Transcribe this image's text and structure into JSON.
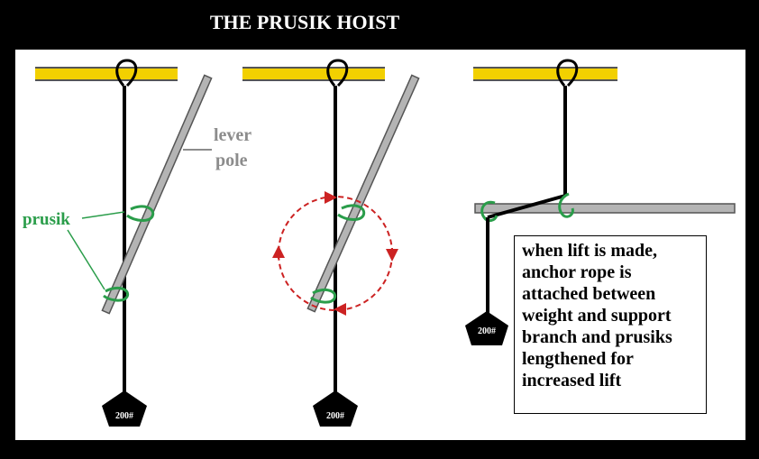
{
  "title": "THE PRUSIK HOIST",
  "labels": {
    "lever_pole_line1": "lever",
    "lever_pole_line2": "pole",
    "prusik": "prusik"
  },
  "weights": [
    "200#",
    "200#",
    "200#"
  ],
  "note_lines": [
    "when lift is made,",
    "anchor rope is",
    "attached between",
    "weight and support",
    "branch and prusiks",
    "lengthened for",
    "increased lift"
  ],
  "colors": {
    "branch": "#f2d000",
    "rope": "#000000",
    "pole": "#b4b4b4",
    "prusik": "#2a9d4a",
    "rotation_arrow": "#cc2222",
    "label_gray": "#8c8c8c"
  }
}
